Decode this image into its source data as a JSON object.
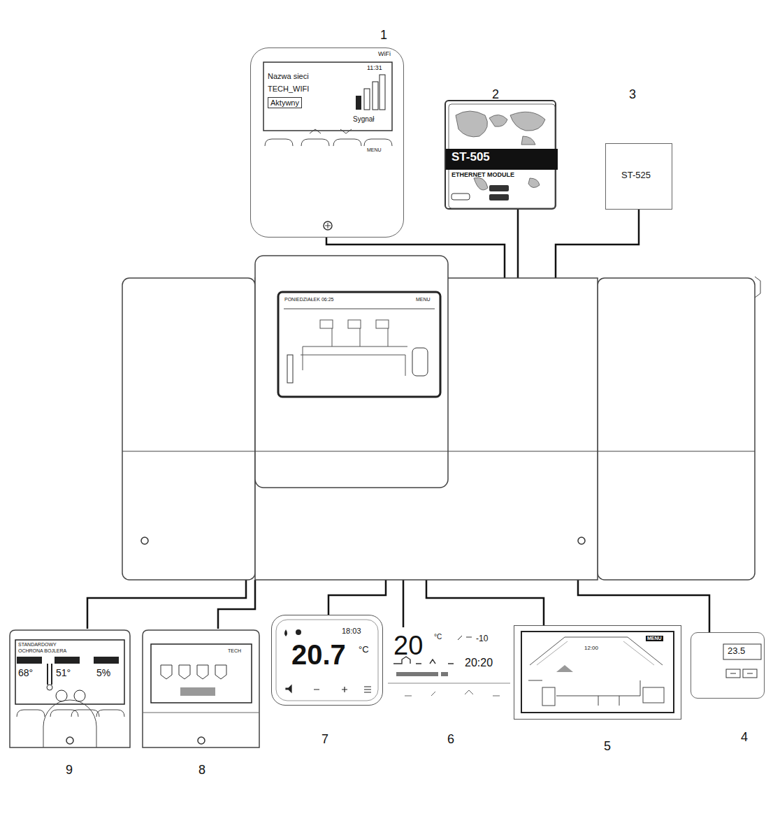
{
  "diagram": {
    "nodes": [
      {
        "text": [
          "WiFi",
          "11:31",
          "Nazwa sieci",
          "TECH_WIFI",
          "Aktywny",
          "Sygnał",
          "MENU"
        ]
      },
      {
        "text": [
          "ST-505",
          "ETHERNET MODULE"
        ]
      },
      {
        "text": [
          "ST-525"
        ]
      },
      {
        "text": [
          "PONIEDZIAŁEK 06:25",
          "MENU"
        ]
      },
      {
        "text": [
          "STANDARDOWY",
          "OCHRONA BOJLERA",
          "68°",
          "51°",
          "5%"
        ]
      },
      {
        "text": [
          "TECH"
        ]
      },
      {
        "text": [
          "18:03",
          "20.7",
          "°C"
        ]
      },
      {
        "text": [
          "20",
          "°C",
          "-10",
          "20:20"
        ]
      },
      {
        "text": [
          "MENU",
          "12:00"
        ]
      },
      {
        "text": [
          "23.5"
        ]
      }
    ],
    "edges": [
      {
        "from": 0,
        "to": 3,
        "arrow": "none"
      },
      {
        "from": 1,
        "to": 3,
        "arrow": "none"
      },
      {
        "from": 2,
        "to": 3,
        "arrow": "none"
      },
      {
        "from": 4,
        "to": 3,
        "arrow": "none"
      },
      {
        "from": 5,
        "to": 3,
        "arrow": "none"
      },
      {
        "from": 6,
        "to": 3,
        "arrow": "none"
      },
      {
        "from": 7,
        "to": 3,
        "arrow": "none"
      },
      {
        "from": 8,
        "to": 3,
        "arrow": "none"
      },
      {
        "from": 9,
        "to": 3,
        "arrow": "none"
      }
    ],
    "labels": [
      "1",
      "2",
      "3",
      "4",
      "5",
      "6",
      "7",
      "8",
      "9"
    ]
  }
}
